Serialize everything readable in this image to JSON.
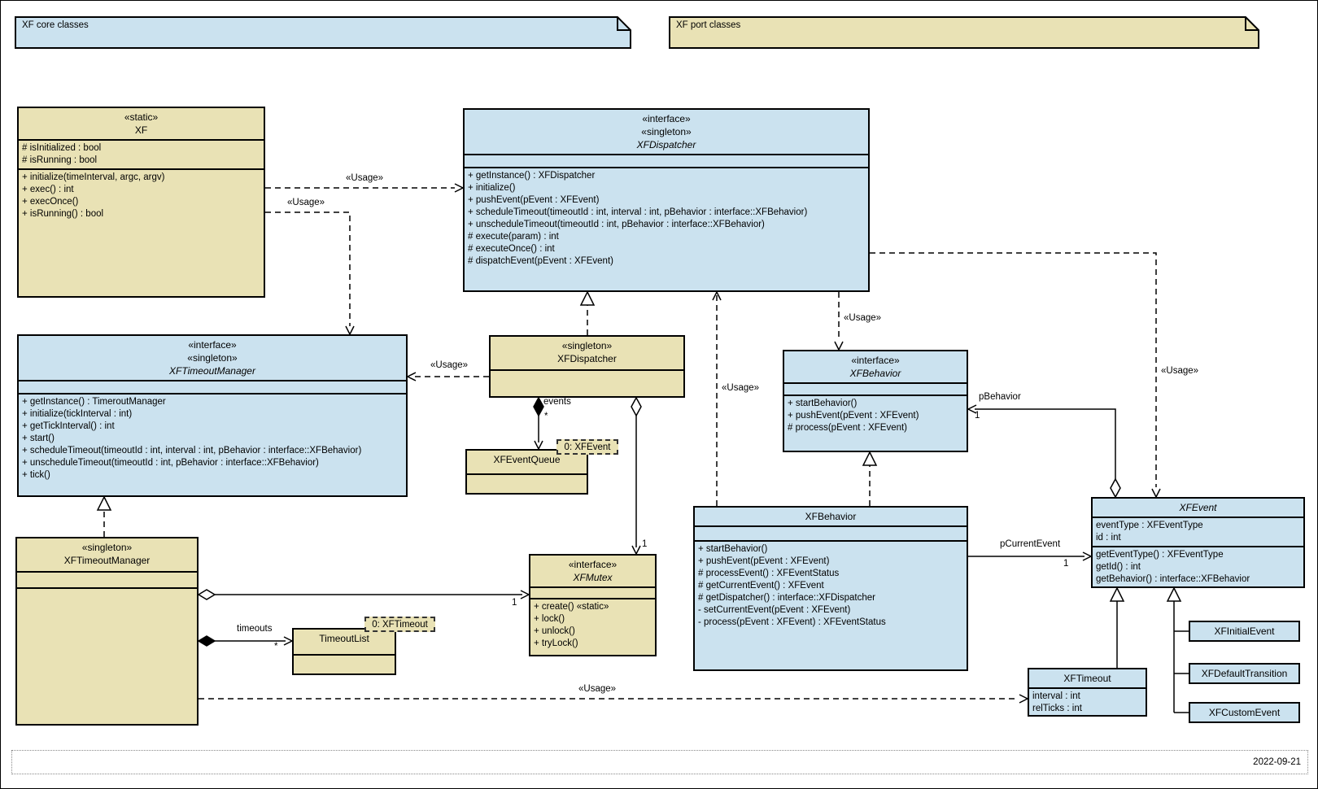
{
  "colors": {
    "blue": "#cbe2ef",
    "tan": "#e9e2b5"
  },
  "notes": {
    "core": "XF core classes",
    "port": "XF port classes"
  },
  "footer": {
    "date": "2022-09-21"
  },
  "objects": {
    "event": "0: XFEvent",
    "timeout": "0: XFTimeout"
  },
  "classes": {
    "xf": {
      "stereotypes": [
        "«static»"
      ],
      "name": "XF",
      "attributes": [
        "# isInitialized : bool",
        "# isRunning : bool"
      ],
      "methods": [
        "+ initialize(timeInterval, argc, argv)",
        "+ exec() : int",
        "+ execOnce()",
        "+ isRunning() : bool"
      ]
    },
    "dispatcher_if": {
      "stereotypes": [
        "«interface»",
        "«singleton»"
      ],
      "name": "XFDispatcher",
      "methods": [
        "+ getInstance() : XFDispatcher",
        "+ initialize()",
        "+ pushEvent(pEvent : XFEvent)",
        "+ scheduleTimeout(timeoutId : int, interval : int, pBehavior : interface::XFBehavior)",
        "+ unscheduleTimeout(timeoutId : int, pBehavior : interface::XFBehavior)",
        "# execute(param) : int",
        "# executeOnce() : int",
        "# dispatchEvent(pEvent : XFEvent)"
      ]
    },
    "timeoutmgr_if": {
      "stereotypes": [
        "«interface»",
        "«singleton»"
      ],
      "name": "XFTimeoutManager",
      "methods": [
        "+ getInstance() : TimeroutManager",
        "+ initialize(tickInterval : int)",
        "+ getTickInterval() : int",
        "+ start()",
        "+ scheduleTimeout(timeoutId : int, interval : int, pBehavior : interface::XFBehavior)",
        "+ unscheduleTimeout(timeoutId : int, pBehavior : interface::XFBehavior)",
        "+ tick()"
      ]
    },
    "dispatcher_s": {
      "stereotypes": [
        "«singleton»"
      ],
      "name": "XFDispatcher"
    },
    "eventqueue": {
      "name": "XFEventQueue"
    },
    "behavior_if": {
      "stereotypes": [
        "«interface»"
      ],
      "name": "XFBehavior",
      "methods": [
        "+ startBehavior()",
        "+ pushEvent(pEvent : XFEvent)",
        "# process(pEvent : XFEvent)"
      ]
    },
    "behavior": {
      "name": "XFBehavior",
      "methods": [
        "+ startBehavior()",
        "+ pushEvent(pEvent : XFEvent)",
        "# processEvent() : XFEventStatus",
        "# getCurrentEvent() : XFEvent",
        "# getDispatcher() : interface::XFDispatcher",
        "- setCurrentEvent(pEvent : XFEvent)",
        "- process(pEvent : XFEvent) : XFEventStatus"
      ]
    },
    "xfevent": {
      "name": "XFEvent",
      "attributes": [
        "eventType : XFEventType",
        "id : int"
      ],
      "methods": [
        "getEventType() : XFEventType",
        "getId() : int",
        "getBehavior() : interface::XFBehavior"
      ]
    },
    "mutex": {
      "stereotypes": [
        "«interface»"
      ],
      "name": "XFMutex",
      "methods": [
        "+ create() «static»",
        "+ lock()",
        "+ unlock()",
        "+ tryLock()"
      ]
    },
    "timeoutmgr_s": {
      "stereotypes": [
        "«singleton»"
      ],
      "name": "XFTimeoutManager"
    },
    "timeoutlist": {
      "name": "TimeoutList"
    },
    "xftimeout": {
      "name": "XFTimeout",
      "attributes": [
        "interval : int",
        "relTicks : int"
      ]
    },
    "initialevent": {
      "name": "XFInitialEvent"
    },
    "defaulttransition": {
      "name": "XFDefaultTransition"
    },
    "customevent": {
      "name": "XFCustomEvent"
    }
  },
  "edge_labels": {
    "usage_xf_to_dispatcher": "«Usage»",
    "usage_xf_to_timeoutmanager": "«Usage»",
    "usage_dispatcher_to_timeoutmanager": "«Usage»",
    "usage_behavior_to_dispatcher": "«Usage»",
    "usage_dispatcher_to_behavior": "«Usage»",
    "usage_dispatcher_to_event": "«Usage»",
    "usage_timeoutmanager_to_timeout": "«Usage»",
    "events_label": "events",
    "events_mult": "*",
    "mutex_top_mult": "1",
    "mutex_left_mult": "1",
    "timeouts_label": "timeouts",
    "timeouts_mult": "*",
    "pbehavior_label": "pBehavior",
    "pbehavior_mult": "1",
    "pcurrentevent_label": "pCurrentEvent",
    "pcurrentevent_mult": "1"
  }
}
